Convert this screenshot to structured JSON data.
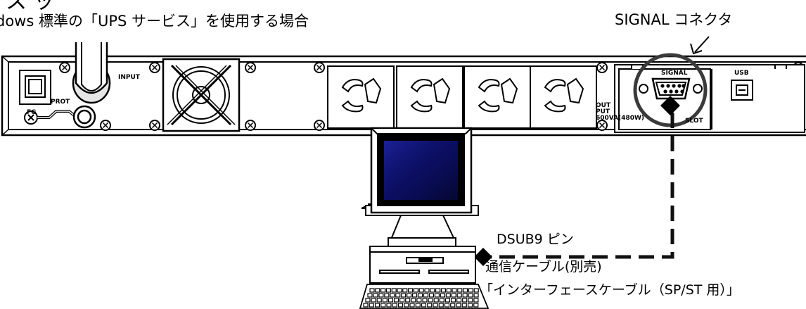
{
  "heading": {
    "partial_top": "ス ッ",
    "text": "dows 標準の「UPS サービス」を使用する場合"
  },
  "callouts": {
    "signal_connector": "SIGNAL コネクタ",
    "dsub9": "DSUB9 ピン",
    "cable": "通信ケーブル(別売)",
    "cable_name": "「インターフェースケーブル（SP/ST 用）」"
  },
  "panel_labels": {
    "input": "INPUT",
    "fg": "FG",
    "prot": "PROT",
    "output_1": "OUT",
    "output_2": "PUT",
    "output_3": "600VA(480W)",
    "signal": "SIGNAL",
    "usb": "USB",
    "slot": "SLOT"
  }
}
